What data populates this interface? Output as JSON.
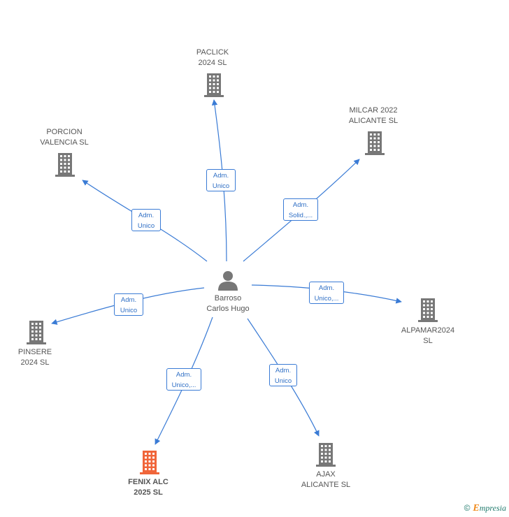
{
  "person": {
    "name": "Barroso\nCarlos Hugo",
    "icon": "person-icon",
    "color": "#666666"
  },
  "colors": {
    "edge": "#3a7bd5",
    "building": "#777777",
    "building_highlight": "#f0653a"
  },
  "companies": [
    {
      "id": "paclick",
      "name": "PACLICK\n2024  SL",
      "role": "Adm.\nUnico",
      "highlight": false
    },
    {
      "id": "milcar",
      "name": "MILCAR 2022\nALICANTE  SL",
      "role": "Adm.\nSolid.,...",
      "highlight": false
    },
    {
      "id": "porcion",
      "name": "PORCION\nVALENCIA  SL",
      "role": "Adm.\nUnico",
      "highlight": false
    },
    {
      "id": "alpamar",
      "name": "ALPAMAR2024\nSL",
      "role": "Adm.\nUnico,...",
      "highlight": false
    },
    {
      "id": "pinsere",
      "name": "PINSERE\n2024  SL",
      "role": "Adm.\nUnico",
      "highlight": false
    },
    {
      "id": "fenix",
      "name": "FENIX ALC\n2025  SL",
      "role": "Adm.\nUnico,...",
      "highlight": true
    },
    {
      "id": "ajax",
      "name": "AJAX\nALICANTE  SL",
      "role": "Adm.\nUnico",
      "highlight": false
    }
  ],
  "watermark": {
    "copyright": "©",
    "brand_initial": "E",
    "brand_rest": "mpresia"
  }
}
